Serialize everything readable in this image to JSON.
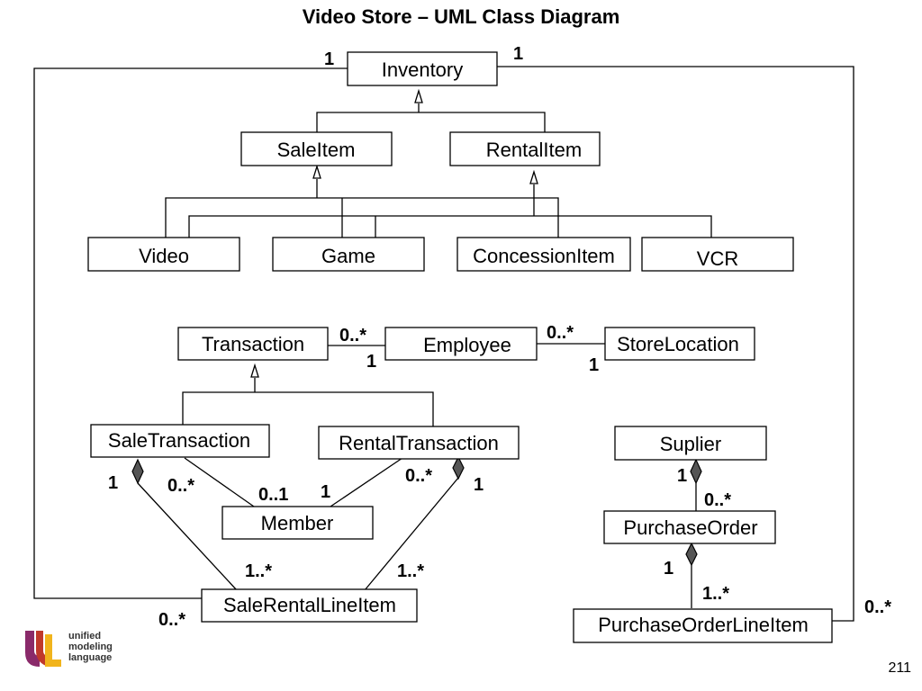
{
  "title": "Video Store – UML Class Diagram",
  "classes": {
    "inventory": "Inventory",
    "sale_item": "SaleItem",
    "rental_item": "RentalItem",
    "video": "Video",
    "game": "Game",
    "concession_item": "ConcessionItem",
    "vcr": "VCR",
    "transaction": "Transaction",
    "employee": "Employee",
    "store_location": "StoreLocation",
    "sale_transaction": "SaleTransaction",
    "rental_transaction": "RentalTransaction",
    "member": "Member",
    "sale_rental_line_item": "SaleRentalLineItem",
    "suplier": "Suplier",
    "purchase_order": "PurchaseOrder",
    "purchase_order_line_item": "PurchaseOrderLineItem"
  },
  "multiplicities": {
    "inventory_left": "1",
    "inventory_right": "1",
    "transaction_employee": "0..*",
    "employee_transaction": "1",
    "employee_storelocation": "0..*",
    "storelocation_employee": "1",
    "saletx_lineitem": "1",
    "saletx_member": "0..*",
    "member_saletx": "0..1",
    "member_rentaltx": "1",
    "rentaltx_member": "0..*",
    "rentaltx_lineitem": "1",
    "lineitem_saletx": "1..*",
    "lineitem_rentaltx": "1..*",
    "lineitem_inventory": "0..*",
    "suplier_po": "1",
    "po_suplier": "0..*",
    "po_poline": "1",
    "poline_po": "1..*",
    "poline_inventory": "0..*"
  },
  "logo": {
    "line1": "unified",
    "line2": "modeling",
    "line3": "language"
  },
  "page_number": "211"
}
